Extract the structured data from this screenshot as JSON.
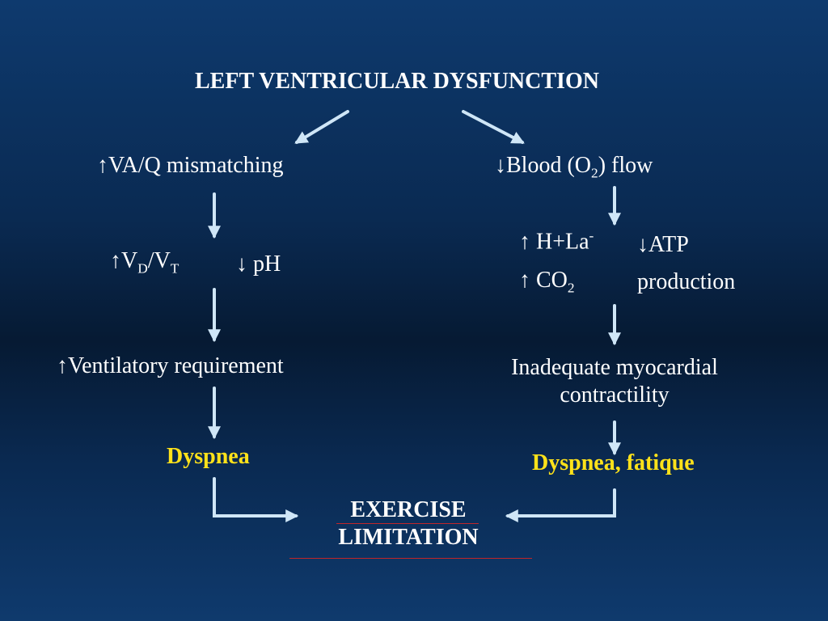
{
  "title": "LEFT VENTRICULAR DYSFUNCTION",
  "left": {
    "va_q": {
      "arrow": "↑",
      "text": "VA/Q mismatching"
    },
    "vd_vt": {
      "arrow": "↑",
      "v1": "V",
      "sub1": "D",
      "slash": "/",
      "v2": "V",
      "sub2": "T"
    },
    "ph": {
      "arrow": "↓",
      "text": " pH"
    },
    "vent": {
      "arrow": "↑",
      "text": "Ventilatory requirement"
    },
    "dyspnea": "Dyspnea"
  },
  "right": {
    "blood": {
      "arrow": "↓",
      "pre": "Blood (O",
      "sub": "2",
      "post": ") flow"
    },
    "hla": {
      "arrow": "↑",
      "text": " H+La",
      "sup": "-"
    },
    "co2": {
      "arrow": "↑",
      "text": " CO",
      "sub": "2"
    },
    "atp": {
      "arrow": "↓",
      "text": "ATP",
      "line2": "production"
    },
    "inadequate": {
      "line1": "Inadequate myocardial",
      "line2": "contractility"
    },
    "dyspnea_fatigue": "Dyspnea, fatique"
  },
  "bottom": {
    "line1": "EXERCISE",
    "line2": "LIMITATION"
  },
  "colors": {
    "text": "#ffffff",
    "highlight": "#ffe21a",
    "arrow": "#cfe6f7",
    "underline": "#c0262a"
  }
}
